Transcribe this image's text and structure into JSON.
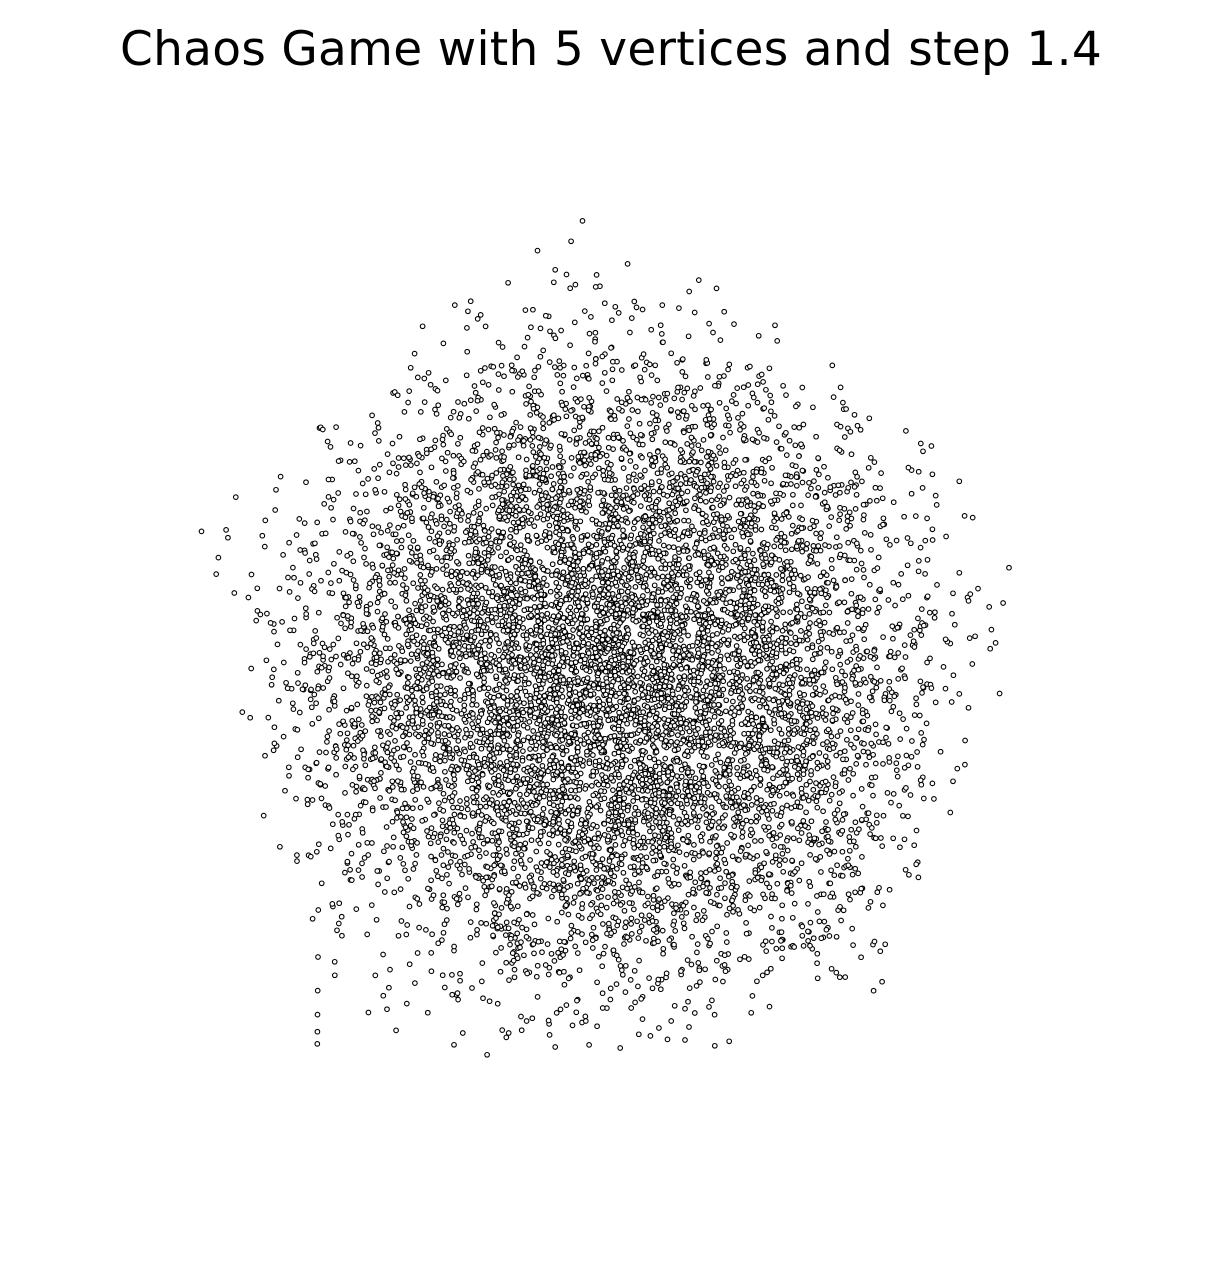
{
  "chart_data": {
    "type": "scatter",
    "title": "Chaos Game with 5 vertices and step 1.4",
    "xlabel": "",
    "ylabel": "",
    "axes_visible": false,
    "grid": false,
    "n_vertices": 5,
    "step": 1.4,
    "series": [
      {
        "marker": "circle",
        "marker_face_color": "#ffffff",
        "marker_edge_color": "#000000",
        "note_values": "point cloud generated by the chaos game with 5 vertices and step 1.4"
      }
    ]
  }
}
